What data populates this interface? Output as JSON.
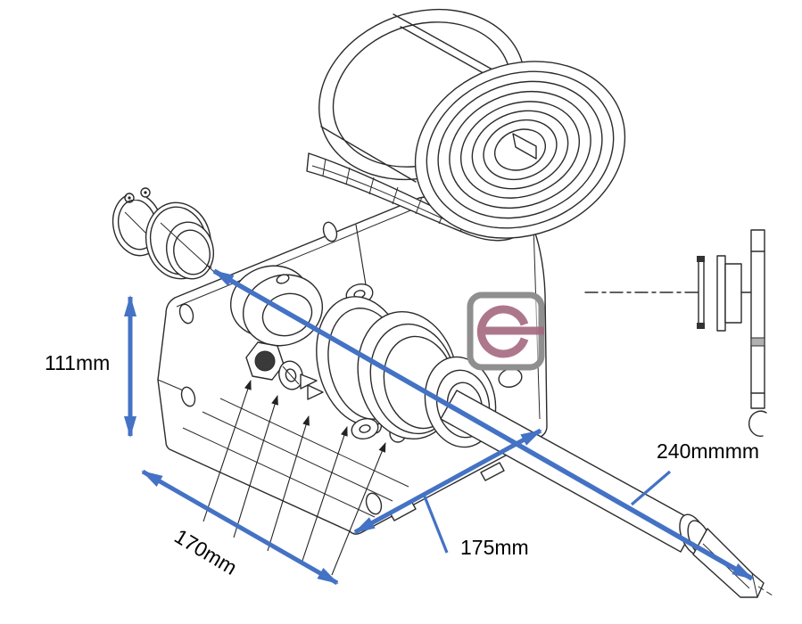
{
  "diagram": {
    "kind": "exploded-assembly-line-drawing",
    "labels": {
      "height": "111mm",
      "width": "170mm",
      "depth": "175mm",
      "shaft": "240mmmm"
    },
    "colors": {
      "dimension_blue": "#4472C4",
      "line_black": "#2b2b2b",
      "logo_border_gray": "#8f8f8f",
      "logo_plum": "#a5697f",
      "background": "#ffffff"
    },
    "logo": {
      "symbol": "e",
      "name": "e-mark-logo"
    },
    "parts": [
      "coil-spring",
      "spring-strap",
      "mounting-bracket",
      "retaining-ring",
      "flanged-bushing",
      "shaft-collar",
      "hex-nut",
      "washer",
      "flange-bearing",
      "drive-shaft",
      "shaft-side-view"
    ]
  }
}
